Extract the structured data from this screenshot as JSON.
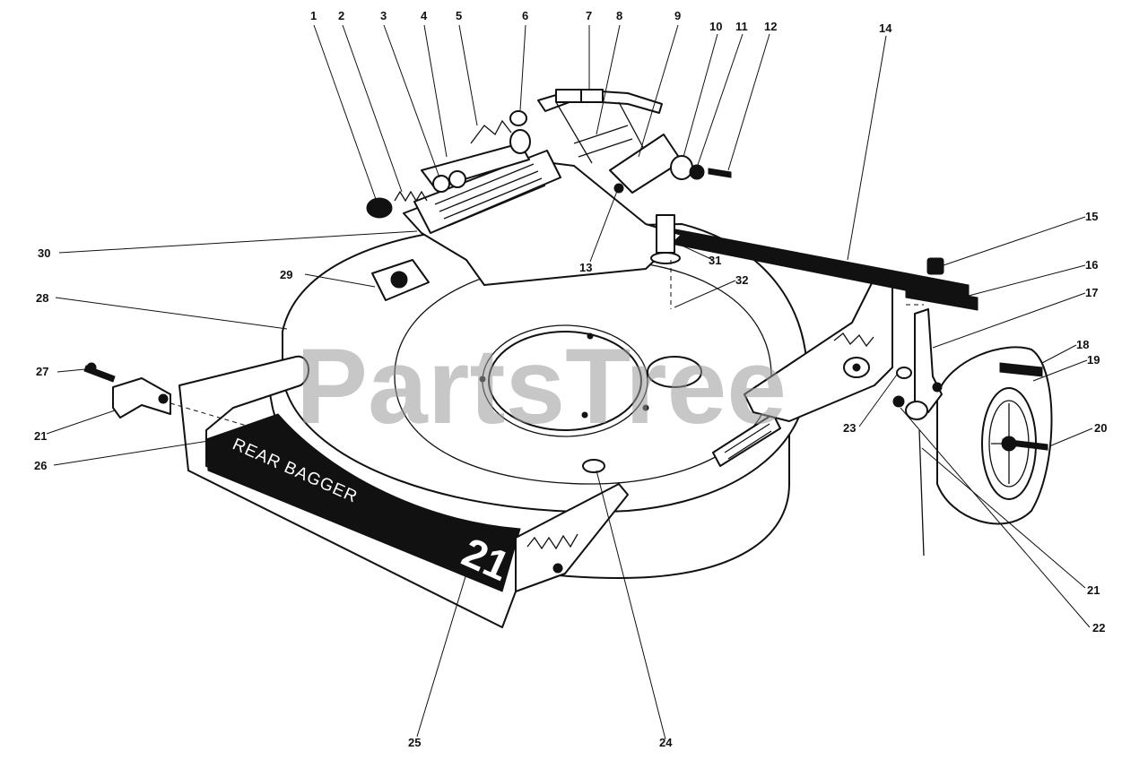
{
  "watermark": "PartsTree",
  "decal": {
    "line": "REAR BAGGER",
    "number": "21"
  },
  "callouts": [
    {
      "id": "1",
      "label": "1"
    },
    {
      "id": "2",
      "label": "2"
    },
    {
      "id": "3",
      "label": "3"
    },
    {
      "id": "4",
      "label": "4"
    },
    {
      "id": "5",
      "label": "5"
    },
    {
      "id": "6",
      "label": "6"
    },
    {
      "id": "7",
      "label": "7"
    },
    {
      "id": "8",
      "label": "8"
    },
    {
      "id": "9",
      "label": "9"
    },
    {
      "id": "10",
      "label": "10"
    },
    {
      "id": "11",
      "label": "11"
    },
    {
      "id": "12",
      "label": "12"
    },
    {
      "id": "13",
      "label": "13"
    },
    {
      "id": "14",
      "label": "14"
    },
    {
      "id": "15",
      "label": "15"
    },
    {
      "id": "16",
      "label": "16"
    },
    {
      "id": "17",
      "label": "17"
    },
    {
      "id": "18",
      "label": "18"
    },
    {
      "id": "19",
      "label": "19"
    },
    {
      "id": "20",
      "label": "20"
    },
    {
      "id": "21a",
      "label": "21"
    },
    {
      "id": "21b",
      "label": "21"
    },
    {
      "id": "22",
      "label": "22"
    },
    {
      "id": "23",
      "label": "23"
    },
    {
      "id": "24",
      "label": "24"
    },
    {
      "id": "25",
      "label": "25"
    },
    {
      "id": "26",
      "label": "26"
    },
    {
      "id": "27",
      "label": "27"
    },
    {
      "id": "28",
      "label": "28"
    },
    {
      "id": "29",
      "label": "29"
    },
    {
      "id": "30",
      "label": "30"
    },
    {
      "id": "31",
      "label": "31"
    },
    {
      "id": "32",
      "label": "32"
    }
  ]
}
